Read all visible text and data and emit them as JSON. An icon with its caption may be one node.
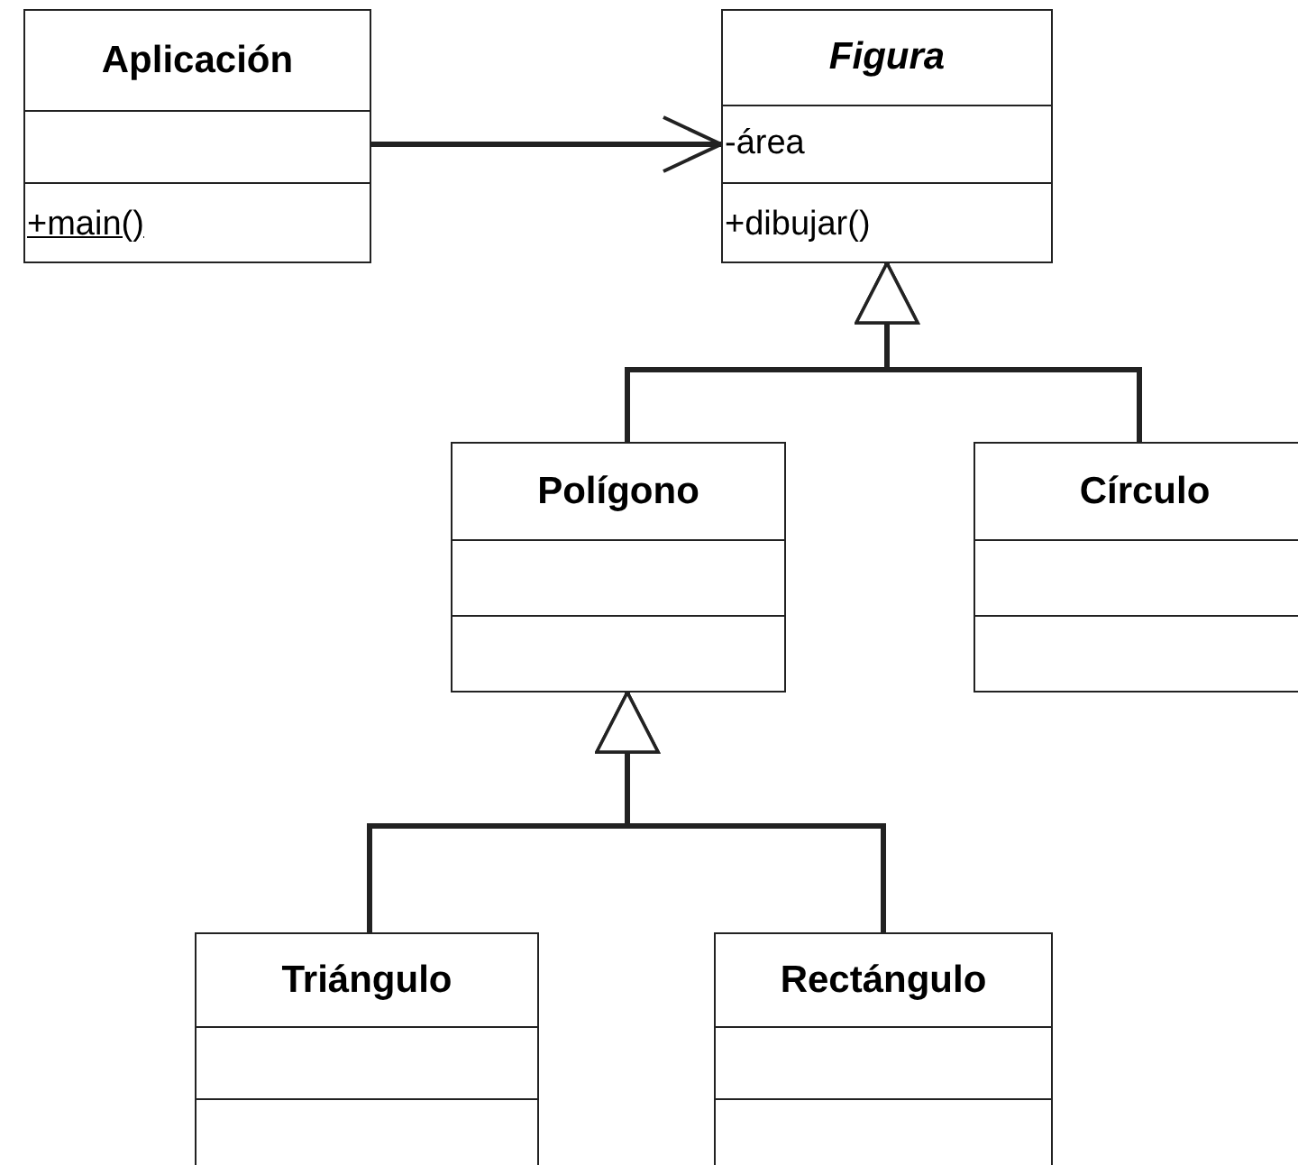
{
  "diagram": {
    "nodes": [
      {
        "text": [
          "Aplicación",
          "+main()"
        ]
      },
      {
        "text": [
          "Figura",
          "-área",
          "+dibujar()"
        ]
      },
      {
        "text": [
          "Polígono"
        ]
      },
      {
        "text": [
          "Círculo"
        ]
      },
      {
        "text": [
          "Triángulo"
        ]
      },
      {
        "text": [
          "Rectángulo"
        ]
      }
    ],
    "edges": [
      {
        "from": 0,
        "to": 1,
        "arrow": "to"
      },
      {
        "from": 2,
        "to": 1,
        "arrow": "to"
      },
      {
        "from": 3,
        "to": 1,
        "arrow": "to"
      },
      {
        "from": 4,
        "to": 2,
        "arrow": "to"
      },
      {
        "from": 5,
        "to": 2,
        "arrow": "to"
      }
    ]
  }
}
